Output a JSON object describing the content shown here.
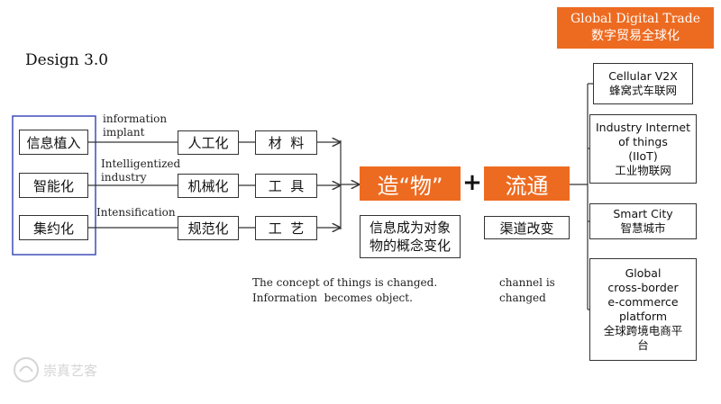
{
  "colors": {
    "accent": "#ed6b21",
    "frame": "#3f4fb8",
    "line": "#333333"
  },
  "header": {
    "design_title": "Design 3.0",
    "badge_line1": "Global Digital Trade",
    "badge_line2": "数字贸易全球化"
  },
  "left": {
    "items": [
      {
        "label": "信息植入",
        "caption_line1": "information",
        "caption_line2": "implant",
        "stage": "人工化",
        "element": "材  料"
      },
      {
        "label": "智能化",
        "caption_line1": "Intelligentized",
        "caption_line2": "industry",
        "stage": "机械化",
        "element": "工  具"
      },
      {
        "label": "集约化",
        "caption_line1": "Intensification",
        "caption_line2": "",
        "stage": "规范化",
        "element": "工  艺"
      }
    ]
  },
  "center": {
    "object_label": "造“物”",
    "plus": "+",
    "circulate_label": "流通",
    "object_sub_line1": "信息成为对象",
    "object_sub_line2": "物的概念变化",
    "channel_sub": "渠道改变",
    "object_note_line1": "The concept of things is changed.",
    "object_note_line2": "Information  becomes object.",
    "channel_note_line1": "channel is",
    "channel_note_line2": "changed"
  },
  "right": {
    "items": [
      {
        "lines": [
          "Cellular V2X",
          "蜂窝式车联网"
        ]
      },
      {
        "lines": [
          "Industry Internet",
          "of things",
          "(IIoT)",
          "工业物联网"
        ]
      },
      {
        "lines": [
          "Smart City",
          "智慧城市"
        ]
      },
      {
        "lines": [
          "Global",
          "cross-border",
          "e-commerce",
          "platform",
          "全球跨境电商平",
          "台"
        ]
      }
    ]
  },
  "watermark": {
    "text": "崇真艺客"
  }
}
